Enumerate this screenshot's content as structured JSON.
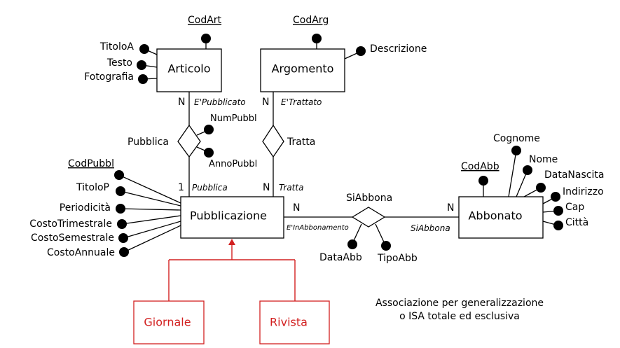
{
  "entities": {
    "articolo": "Articolo",
    "argomento": "Argomento",
    "pubblicazione": "Pubblicazione",
    "abbonato": "Abbonato",
    "giornale": "Giornale",
    "rivista": "Rivista"
  },
  "relationships": {
    "pubblica": "Pubblica",
    "tratta": "Tratta",
    "siabbona": "SiAbbona"
  },
  "attributes": {
    "codart": "CodArt",
    "codarg": "CodArg",
    "titoloa": "TitoloA",
    "testo": "Testo",
    "fotografia": "Fotografia",
    "descrizione": "Descrizione",
    "numpubbl": "NumPubbl",
    "annopubbl": "AnnoPubbl",
    "codpubbl": "CodPubbl",
    "titolop": "TitoloP",
    "periodicita": "Periodicità",
    "costotrimestrale": "CostoTrimestrale",
    "costosemestrale": "CostoSemestrale",
    "costoannuale": "CostoAnnuale",
    "dataabb": "DataAbb",
    "tipoabb": "TipoAbb",
    "codabb": "CodAbb",
    "cognome": "Cognome",
    "nome": "Nome",
    "datanascita": "DataNascita",
    "indirizzo": "Indirizzo",
    "cap": "Cap",
    "citta": "Città"
  },
  "roles": {
    "epubblicato": "E'Pubblicato",
    "etrattato": "E'Trattato",
    "pubblica": "Pubblica",
    "tratta": "Tratta",
    "einabbonamento": "E'InAbbonamento",
    "siabbona": "SiAbbona"
  },
  "cardinalities": {
    "articolo_pubblica": "N",
    "argomento_tratta": "N",
    "pubbl_pubblica": "1",
    "pubbl_tratta": "N",
    "pubbl_siabbona": "N",
    "abbonato_siabbona": "N"
  },
  "note": {
    "line1": "Associazione per generalizzazione",
    "line2": "o ISA totale ed esclusiva"
  },
  "colors": {
    "isa": "#d22020"
  }
}
